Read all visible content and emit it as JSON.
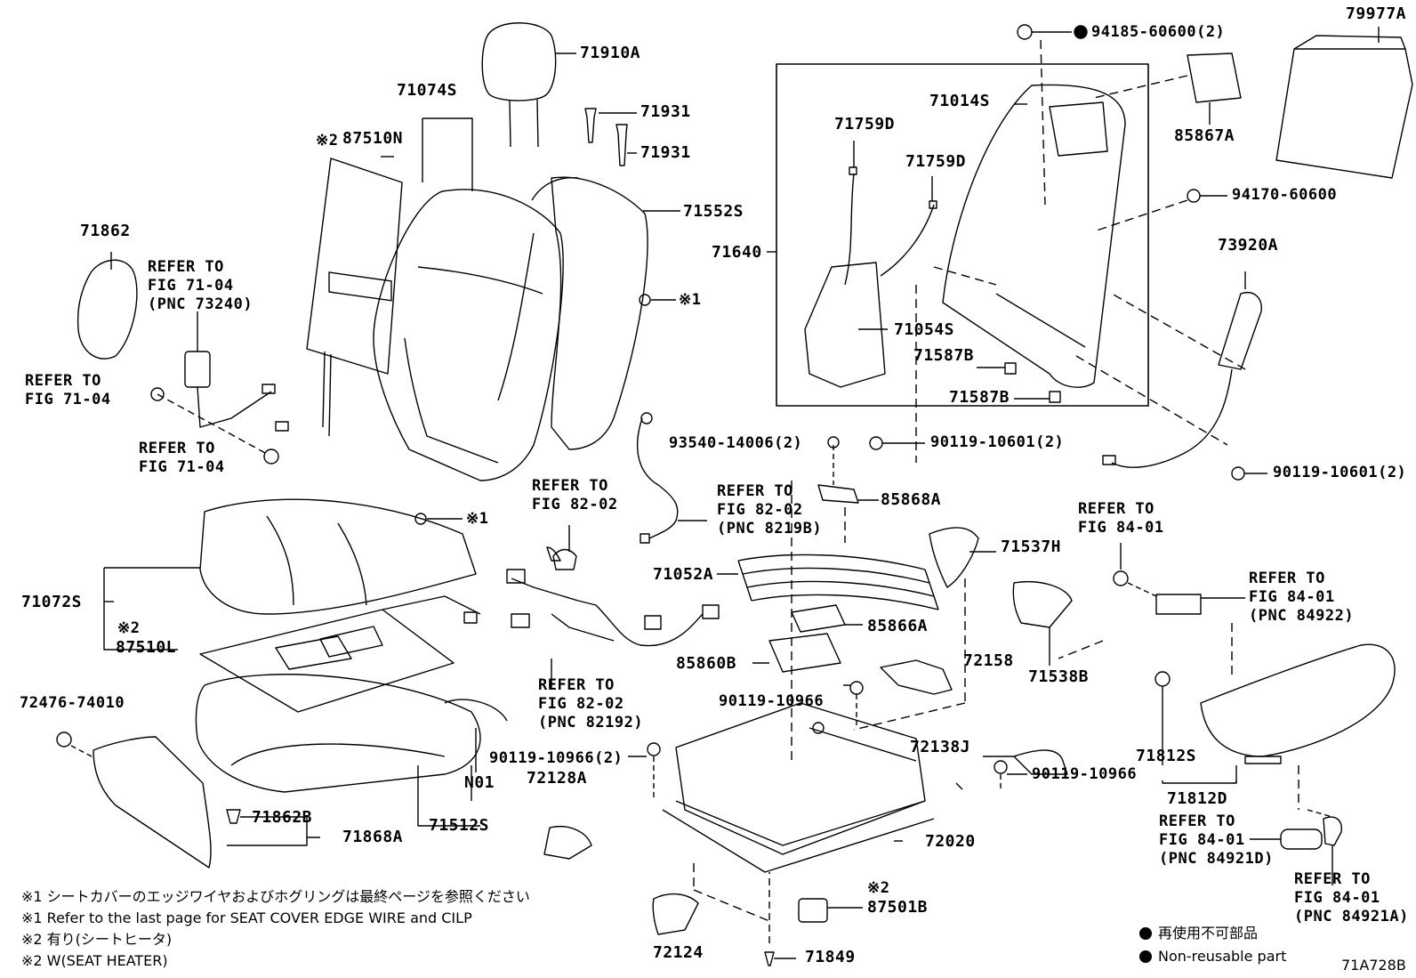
{
  "labels": {
    "p79977A": "79977A",
    "p94185": "94185-60600(2)",
    "p85867A": "85867A",
    "p94170": "94170-60600",
    "p73920A": "73920A",
    "p90119_10601a": "90119-10601(2)",
    "p90119_10601b": "90119-10601(2)",
    "p71910A": "71910A",
    "p71931a": "71931",
    "p71931b": "71931",
    "p71074S": "71074S",
    "p87510N_mark": "※2",
    "p87510N": "87510N",
    "p71552S": "71552S",
    "p71862": "71862",
    "p71014S": "71014S",
    "p71759Da": "71759D",
    "p71759Db": "71759D",
    "p71640": "71640",
    "p71054S": "71054S",
    "p71587Ba": "71587B",
    "p71587Bb": "71587B",
    "mark1a": "※1",
    "mark1b": "※1",
    "p93540": "93540-14006(2)",
    "p85868A": "85868A",
    "p71537H": "71537H",
    "p71052A": "71052A",
    "p85866A": "85866A",
    "p85860B": "85860B",
    "p72158": "72158",
    "p71538B": "71538B",
    "p90119_10966a": "90119-10966",
    "p90119_10966b": "90119-10966(2)",
    "p90119_10966c": "90119-10966",
    "p72138J": "72138J",
    "p71072S": "71072S",
    "p87510L_mark": "※2",
    "p87510L": "87510L",
    "p72476": "72476-74010",
    "pN01": "N01",
    "p71512S": "71512S",
    "p71862B": "71862B",
    "p71868A": "71868A",
    "p72128A": "72128A",
    "p72020": "72020",
    "p87501B_mark": "※2",
    "p87501B": "87501B",
    "p72124": "72124",
    "p71849": "71849",
    "p71812S": "71812S",
    "p71812D": "71812D",
    "diagram_code": "71A728B"
  },
  "refs": {
    "r1": [
      "REFER TO",
      "FIG 71-04",
      "(PNC 73240)"
    ],
    "r2": [
      "REFER TO",
      "FIG 71-04"
    ],
    "r3": [
      "REFER TO",
      "FIG 71-04"
    ],
    "r4": [
      "REFER TO",
      "FIG 82-02"
    ],
    "r5": [
      "REFER TO",
      "FIG 82-02",
      "(PNC 8219B)"
    ],
    "r6": [
      "REFER TO",
      "FIG 82-02",
      "(PNC 82192)"
    ],
    "r7": [
      "REFER TO",
      "FIG 84-01"
    ],
    "r8": [
      "REFER TO",
      "FIG 84-01",
      "(PNC 84922)"
    ],
    "r9": [
      "REFER TO",
      "FIG 84-01",
      "(PNC 84921D)"
    ],
    "r10": [
      "REFER TO",
      "FIG 84-01",
      "(PNC 84921A)"
    ]
  },
  "notes": [
    "※1 シートカバーのエッジワイヤおよびホグリングは最終ページを参照ください",
    "※1 Refer to the last page for SEAT COVER EDGE WIRE and CILP",
    "※2 有り(シートヒータ)",
    "※2 W(SEAT HEATER)"
  ],
  "legend": {
    "ja": "再使用不可部品",
    "en": "Non-reusable part"
  },
  "colors": {
    "line": "#000000",
    "background": "#ffffff"
  }
}
